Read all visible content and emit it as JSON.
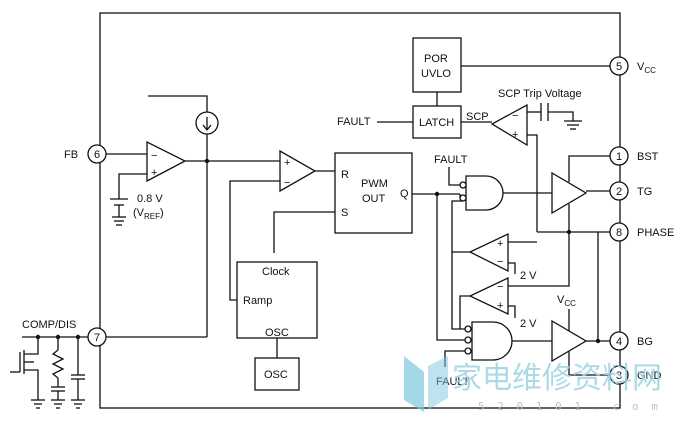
{
  "pins": [
    {
      "num": "5",
      "label": "V",
      "sub": "CC"
    },
    {
      "num": "1",
      "label": "BST"
    },
    {
      "num": "2",
      "label": "TG"
    },
    {
      "num": "8",
      "label": "PHASE"
    },
    {
      "num": "4",
      "label": "BG"
    },
    {
      "num": "3",
      "label": "GND"
    },
    {
      "num": "6",
      "label": "FB"
    },
    {
      "num": "7",
      "label": "COMP/DIS"
    }
  ],
  "blocks": {
    "por_uvlo": [
      "POR",
      "UVLO"
    ],
    "latch": "LATCH",
    "pwm_out": [
      "PWM",
      "OUT"
    ],
    "clock": "Clock",
    "ramp": "Ramp",
    "osc_pin": "OSC",
    "osc": "OSC",
    "pwm_r": "R",
    "pwm_s": "S",
    "pwm_q": "Q"
  },
  "labels": {
    "fault_latch": "FAULT",
    "fault_top": "FAULT",
    "fault_bottom": "FAULT",
    "scp": "SCP",
    "scp_trip": "SCP Trip Voltage",
    "vref_value": "0.8 V",
    "vref_name": "(V",
    "vref_sub": "REF",
    "vref_close": ")",
    "comp1_2v": "2 V",
    "comp2_2v": "2 V",
    "vcc_driver": "V",
    "vcc_driver_sub": "CC",
    "plus": "+",
    "minus": "−"
  },
  "watermark": {
    "text": "家电维修资料网",
    "url": "5 2 0 1 0 1 . c o m"
  }
}
